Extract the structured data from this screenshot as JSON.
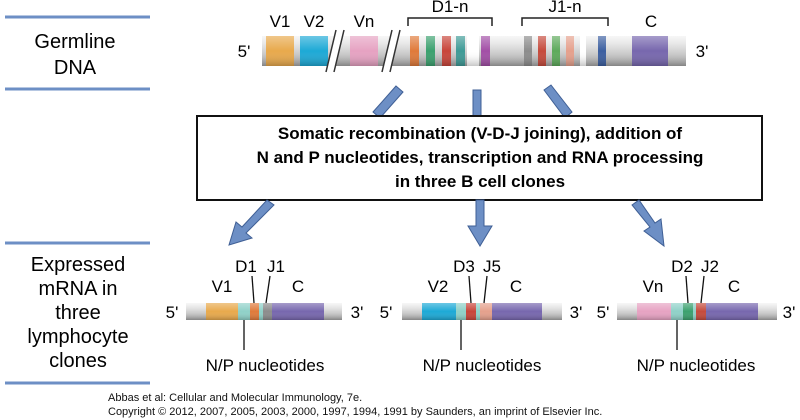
{
  "colors": {
    "v1": "#E8A94C",
    "v2": "#1DA9D6",
    "vn": "#E6A2C2",
    "c": "#7767AE",
    "d_orange": "#E07A3A",
    "d_green": "#3BA06E",
    "d_red": "#C8453A",
    "d_teal": "#3E9A96",
    "d_purple": "#A24FA6",
    "j_gray": "#8C8C8C",
    "j_red": "#C54A3C",
    "j_green": "#5DAA5B",
    "j_pink": "#E5A08C",
    "j_blue": "#3C5FA0",
    "np": "#8FD1C8",
    "arrow": "#6D8FC5",
    "rule": "#6D8FC5"
  },
  "labels": {
    "germline": [
      "Germline",
      "DNA"
    ],
    "expressed": [
      "Expressed",
      "mRNA in",
      "three",
      "lymphocyte",
      "clones"
    ],
    "recombination_box": [
      "Somatic recombination (V-D-J joining), addition of",
      "N and P nucleotides, transcription and RNA processing",
      "in three B cell clones"
    ]
  },
  "germline_dna": {
    "end5": "5'",
    "end3": "3'",
    "v1": "V1",
    "v2": "V2",
    "vn": "Vn",
    "d": "D1-n",
    "j": "J1-n",
    "c": "C"
  },
  "clones": [
    {
      "end5": "5'",
      "end3": "3'",
      "v": "V1",
      "d": "D1",
      "j": "J1",
      "c": "C",
      "np": "N/P nucleotides"
    },
    {
      "end5": "5'",
      "end3": "3'",
      "v": "V2",
      "d": "D3",
      "j": "J5",
      "c": "C",
      "np": "N/P nucleotides"
    },
    {
      "end5": "5'",
      "end3": "3'",
      "v": "Vn",
      "d": "D2",
      "j": "J2",
      "c": "C",
      "np": "N/P nucleotides"
    }
  ],
  "footer": {
    "citation": "Abbas et al: Cellular and Molecular Immunology, 7e.",
    "copyright": "Copyright © 2012, 2007, 2005, 2003, 2000, 1997, 1994, 1991 by Saunders, an imprint of Elsevier Inc."
  }
}
